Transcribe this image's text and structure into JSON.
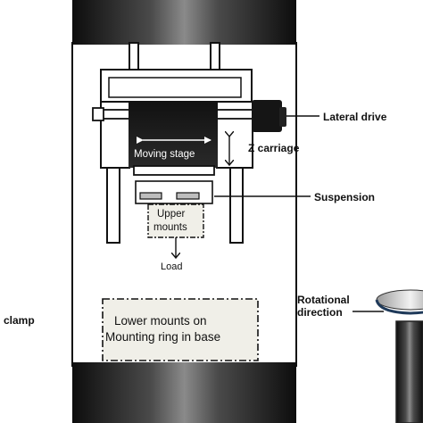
{
  "labels": {
    "lateral_drive": "Lateral drive",
    "z_carriage": "Z  carriage",
    "moving_stage": "Moving stage",
    "suspension": "Suspension",
    "upper_mounts_line1": "Upper",
    "upper_mounts_line2": "mounts",
    "load": "Load",
    "lower_mounts_line1": "Lower mounts on",
    "lower_mounts_line2": "Mounting ring in base",
    "rotational_line1": "Rotational",
    "rotational_line2": "direction",
    "clamp": "clamp"
  }
}
